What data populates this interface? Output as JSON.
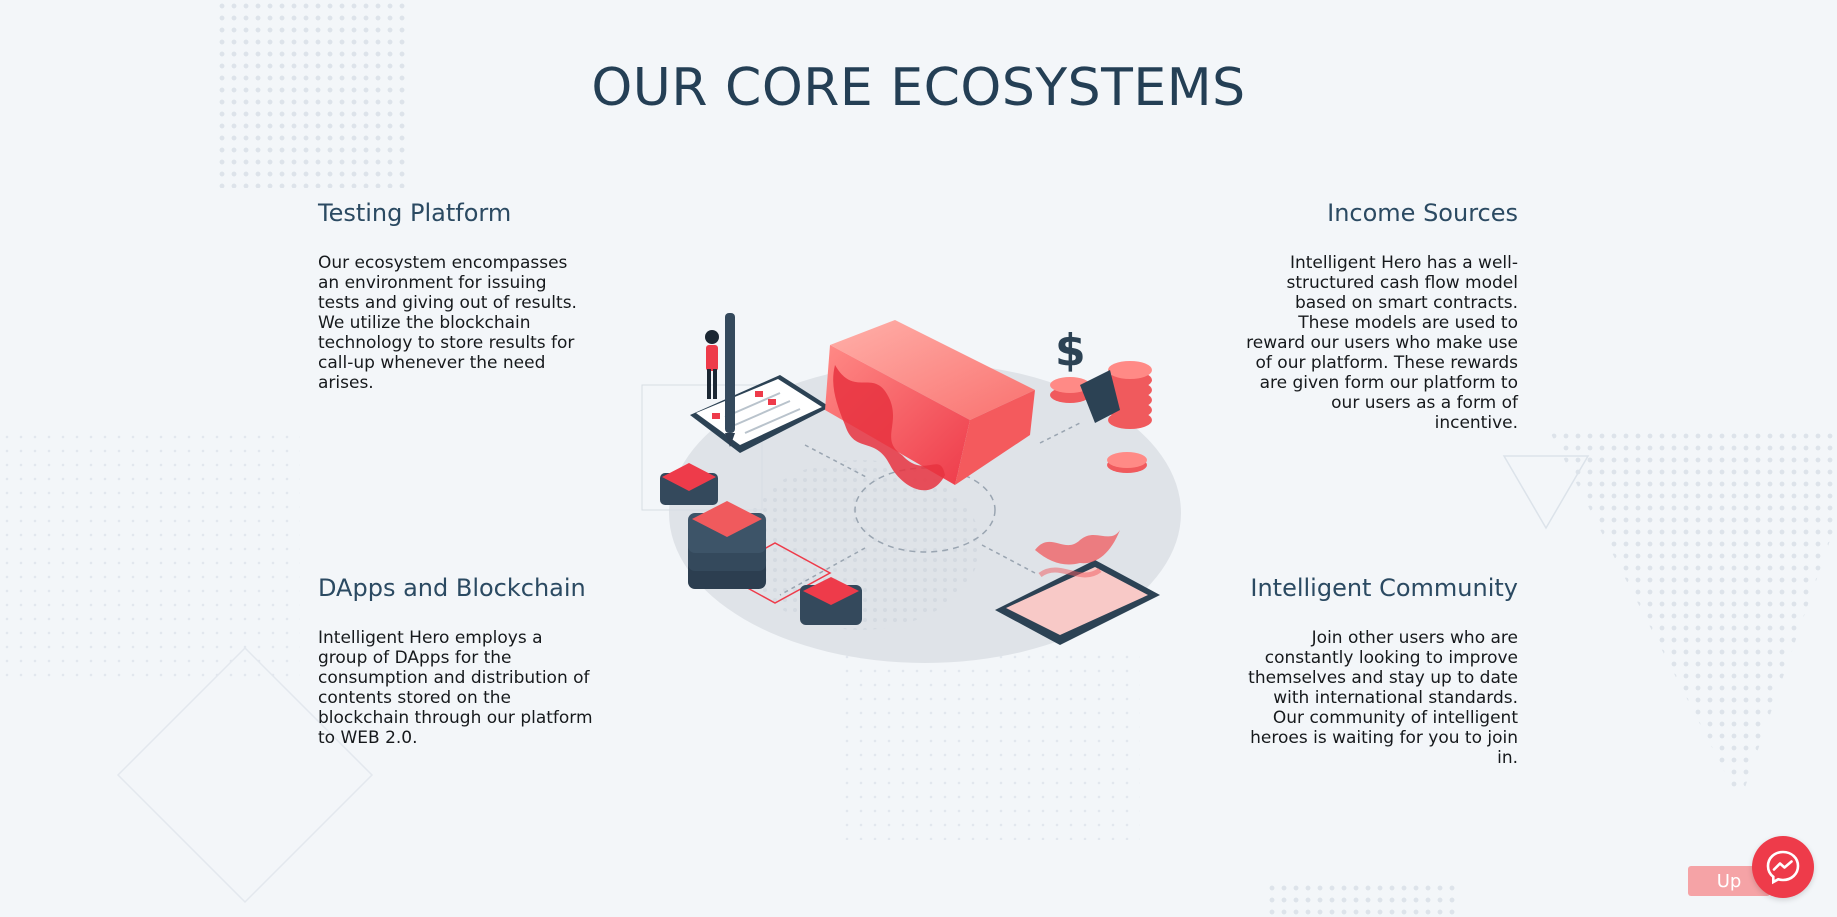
{
  "page": {
    "title": "OUR CORE ECOSYSTEMS"
  },
  "features": [
    {
      "title": "Testing Platform",
      "text": "Our ecosystem encompasses an environment for issuing tests and giving out of results. We utilize the blockchain technology to store results for call-up whenever the need arises."
    },
    {
      "title": "Income Sources",
      "text": "Intelligent Hero has a well-structured cash flow model based on smart contracts. These models are used to reward our users who make use of our platform. These rewards are given form our platform to our users as a form of incentive."
    },
    {
      "title": "DApps and Blockchain",
      "text": "Intelligent Hero employs a group of DApps for the consumption and distribution of contents stored on the blockchain through our platform to WEB 2.0."
    },
    {
      "title": "Intelligent Community",
      "text": "Join other users who are constantly looking to improve themselves and stay up to date with international standards. Our community of intelligent heroes is waiting for you to join in."
    }
  ],
  "controls": {
    "up_label": "Up"
  },
  "colors": {
    "title": "#243f55",
    "heading": "#2b4a62",
    "accent": "#ee3b4a",
    "up_button": "#f5a3a6",
    "background": "#f3f6f9"
  },
  "icons": {
    "illustration": "ecosystem-illustration",
    "messenger": "messenger-icon",
    "dollar": "dollar-icon"
  }
}
